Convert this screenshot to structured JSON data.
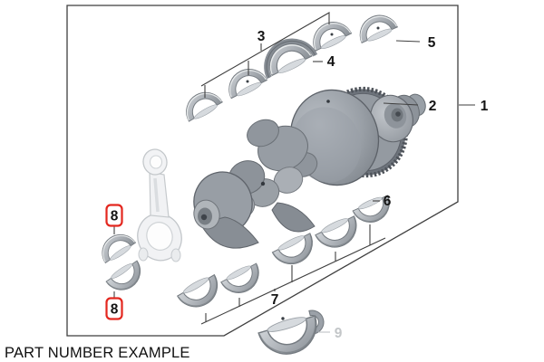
{
  "diagram": {
    "caption": "PART NUMBER EXAMPLE",
    "callouts": {
      "c1": "1",
      "c2": "2",
      "c3": "3",
      "c4": "4",
      "c5": "5",
      "c6": "6",
      "c7": "7",
      "c8a": "8",
      "c8b": "8",
      "c9": "9"
    },
    "colors": {
      "highlight_box": "#e3271f",
      "muted_callout": "#c3c6c8",
      "line": "#3f3f3f",
      "part_gray": "#9aa0a7"
    }
  }
}
